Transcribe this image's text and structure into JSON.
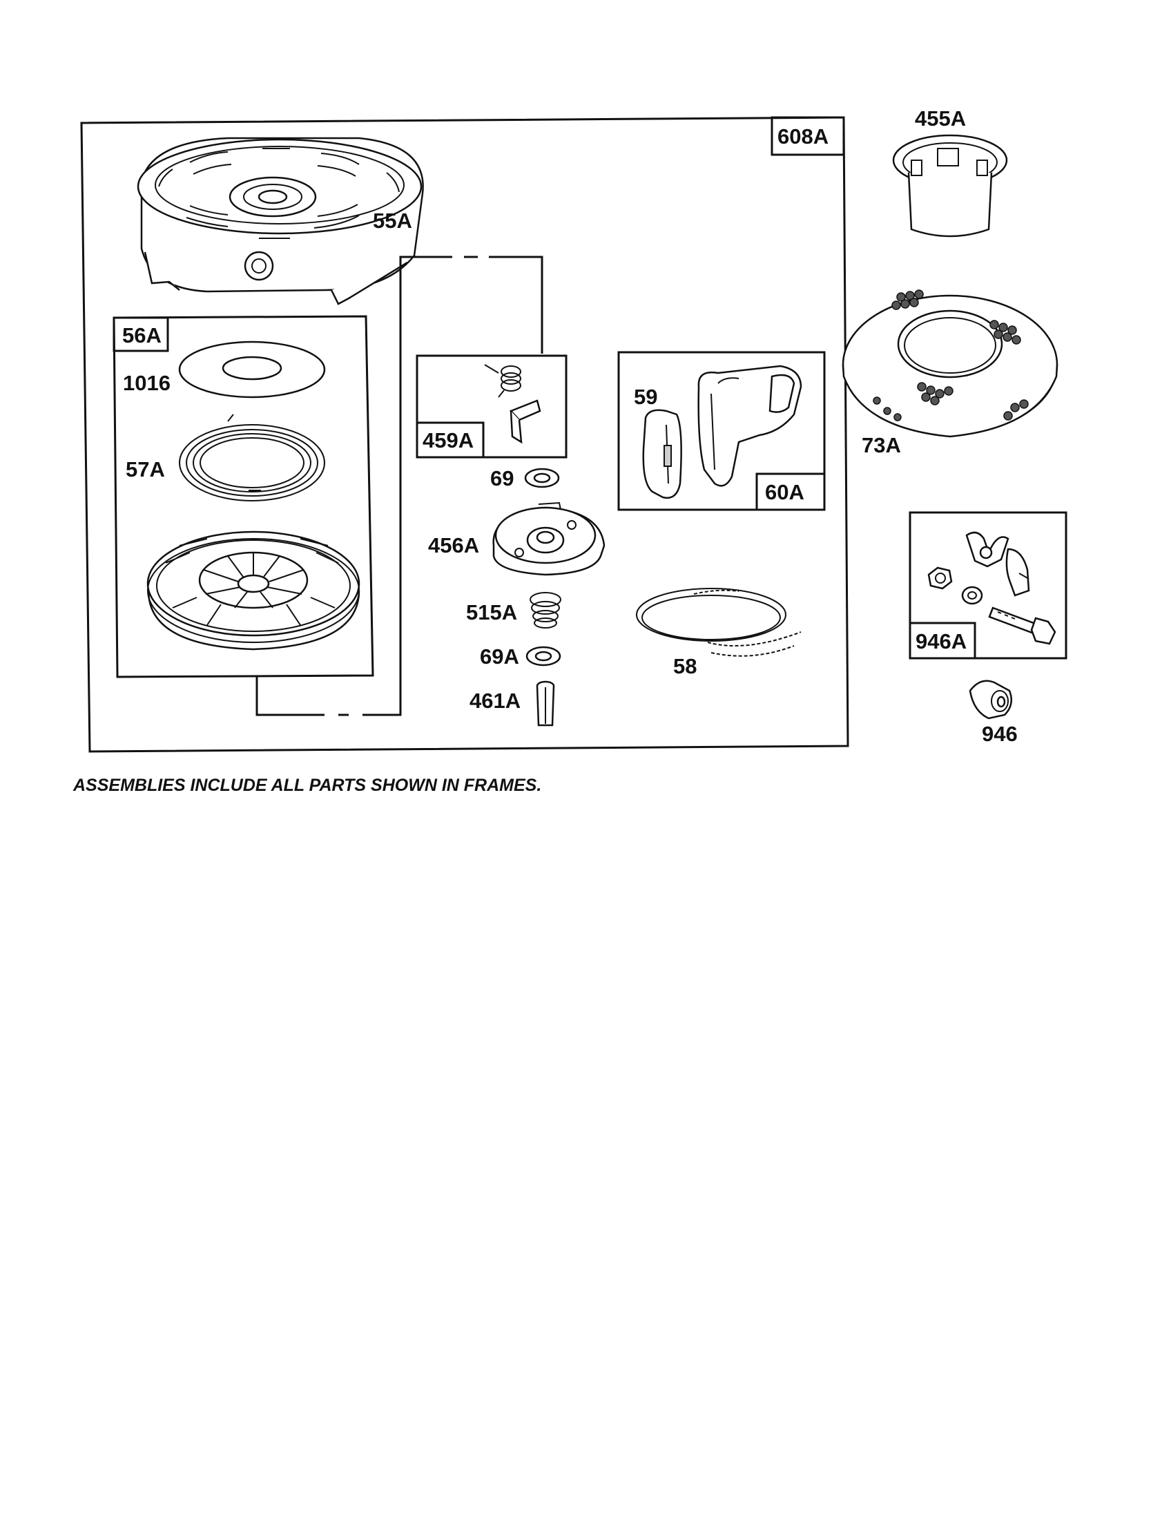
{
  "diagram": {
    "frames": [
      {
        "id": "608A",
        "label": "608A"
      },
      {
        "id": "56A",
        "label": "56A"
      },
      {
        "id": "459A",
        "label": "459A"
      },
      {
        "id": "60A",
        "label": "60A"
      },
      {
        "id": "946A",
        "label": "946A"
      }
    ],
    "parts": [
      {
        "id": "55A",
        "label": "55A"
      },
      {
        "id": "1016",
        "label": "1016"
      },
      {
        "id": "57A",
        "label": "57A"
      },
      {
        "id": "69",
        "label": "69"
      },
      {
        "id": "456A",
        "label": "456A"
      },
      {
        "id": "515A",
        "label": "515A"
      },
      {
        "id": "69A",
        "label": "69A"
      },
      {
        "id": "461A",
        "label": "461A"
      },
      {
        "id": "59",
        "label": "59"
      },
      {
        "id": "58",
        "label": "58"
      },
      {
        "id": "455A",
        "label": "455A"
      },
      {
        "id": "73A",
        "label": "73A"
      },
      {
        "id": "946",
        "label": "946"
      }
    ],
    "note": "ASSEMBLIES INCLUDE ALL PARTS SHOWN IN FRAMES."
  }
}
